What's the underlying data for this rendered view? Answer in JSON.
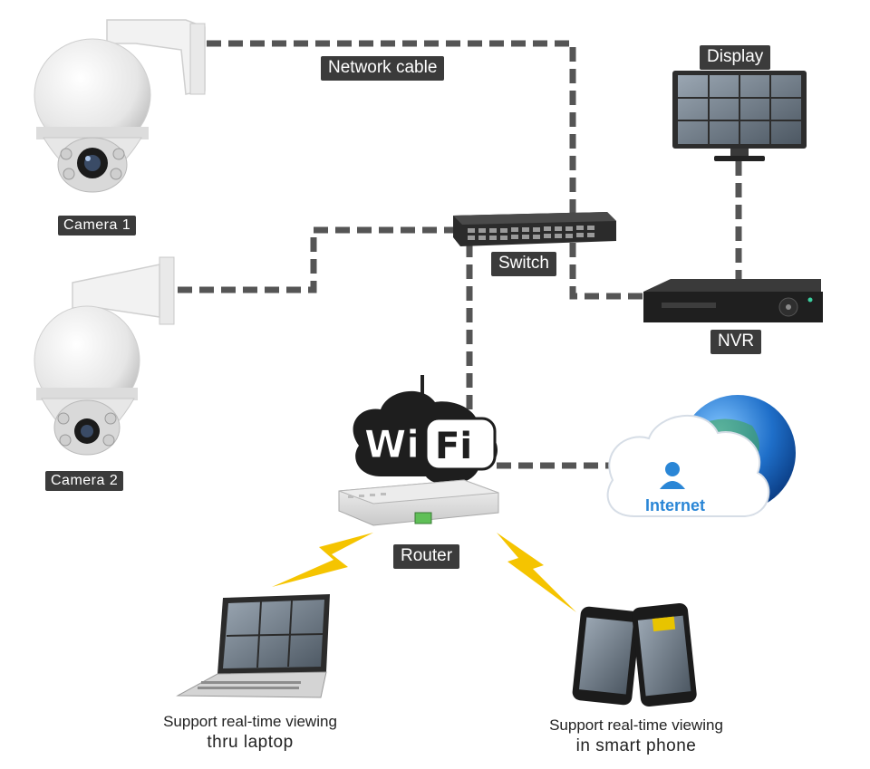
{
  "labels": {
    "network_cable": "Network cable",
    "display": "Display",
    "camera1": "Camera 1",
    "camera2": "Camera 2",
    "switch": "Switch",
    "nvr": "NVR",
    "router": "Router",
    "internet": "Internet",
    "wifi_left": "Wi",
    "wifi_right": "Fi"
  },
  "captions": {
    "laptop_line1": "Support real-time viewing",
    "laptop_line2": "thru laptop",
    "phone_line1": "Support real-time viewing",
    "phone_line2": "in smart phone"
  },
  "colors": {
    "cable": "#555555",
    "label_bg": "#3b3b3b",
    "lightning": "#f5c400",
    "globe": "#1f6fc9",
    "internet_text": "#2a86d6",
    "device_dark": "#2b2b2b"
  }
}
